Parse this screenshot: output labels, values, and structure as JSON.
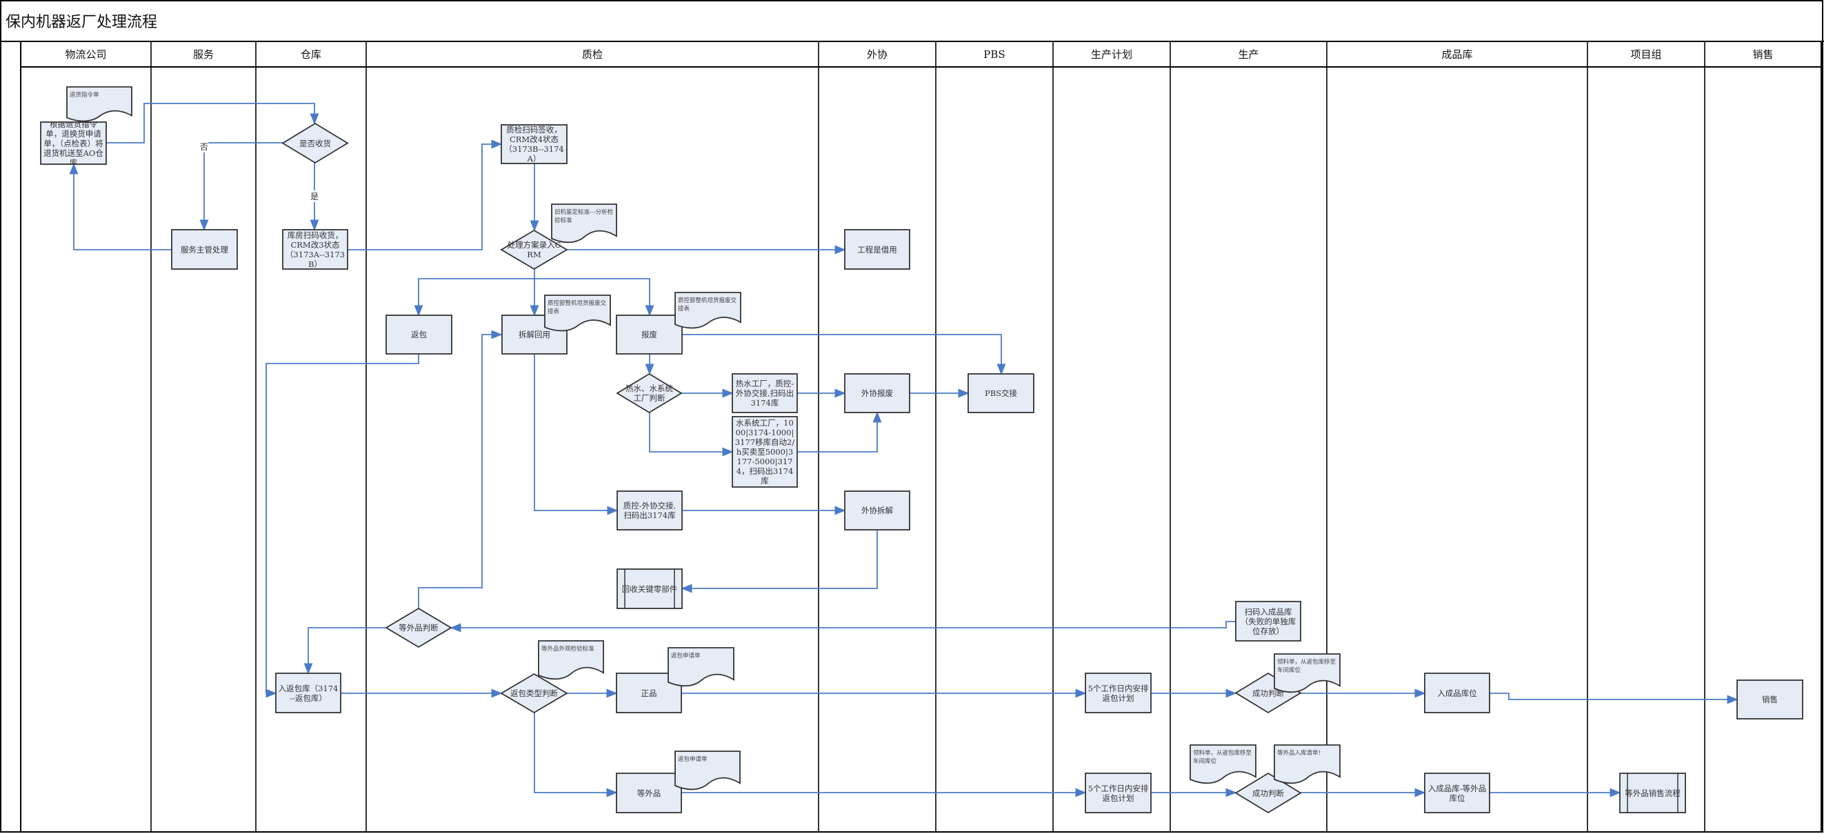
{
  "title": "保内机器返厂处理流程",
  "lanes": [
    "物流公司",
    "服务",
    "仓库",
    "质检",
    "外协",
    "PBS",
    "生产计划",
    "生产",
    "成品库",
    "项目组",
    "销售"
  ],
  "edge_labels": {
    "no": "否",
    "yes": "是"
  },
  "colors": {
    "box_fill": "#e6ecf6",
    "box_stroke": "#333333",
    "connector": "#4a7bc8",
    "lane_line": "#000000"
  },
  "nodes": {
    "doc_return_order": "退货指令单",
    "send_back": "根据退货指令单，退换货申请单，（点检表）将退货机送至AO仓库",
    "receive_decision": "是否收货",
    "service_handle": "服务主管处理",
    "wh_scan": "库房扫码收货，CRM改3状态（3173A--3173B）",
    "qc_scan": "质检扫码签收，CRM改4状态（3173B--3174A）",
    "doc_standard": "旧机鉴定标准---分析检验标准",
    "plan_crm": "处理方案录入CRM",
    "eng_borrow": "工程是借用",
    "repack": "返包",
    "disassemble": "拆解回用",
    "doc_disassemble": "质控部整机坦货报废交接表",
    "scrap": "报废",
    "doc_scrap": "质控部整机坦货报废交接表",
    "factory_decision": "热水、水系统工厂判断",
    "hot_water": "热水工厂，质控-外协交接,扫码出3174库",
    "water_system": "水系统工厂，1000|3174-1000|3177移库自动2/h买卖至5000|3177-5000|3174，扫码出3174库",
    "out_scrap": "外协报废",
    "pbs": "PBS交接",
    "qc_handover": "质控-外协交接,扫码出3174库",
    "out_disassemble": "外协拆解",
    "recycle": "回收关键零部件",
    "inferior_decision": "等外品判断",
    "return_stock": "入返包库（3174--返包库）",
    "type_decision": "返包类型判断",
    "doc_inferior_std": "等外品外观检验标准",
    "genuine": "正品",
    "doc_apply1": "返包申请单",
    "inferior": "等外品",
    "doc_apply2": "返包申请单",
    "scan_fg": "扫码入成品库（失败的单独库位存放）",
    "plan1": "5个工作日内安排返包计划",
    "plan2": "5个工作日内安排返包计划",
    "success1": "成功判断",
    "doc_pick1": "领料单，从返包库移至车间库位",
    "success2": "成功判断",
    "doc_pick2": "领料单，从返包库移至车间库位",
    "doc_inferior_list": "等外品入库清单！",
    "fg_loc": "入成品库位",
    "fg_inferior_loc": "入成品库-等外品库位",
    "sale": "销售",
    "inferior_sale": "等外品销售流程"
  }
}
